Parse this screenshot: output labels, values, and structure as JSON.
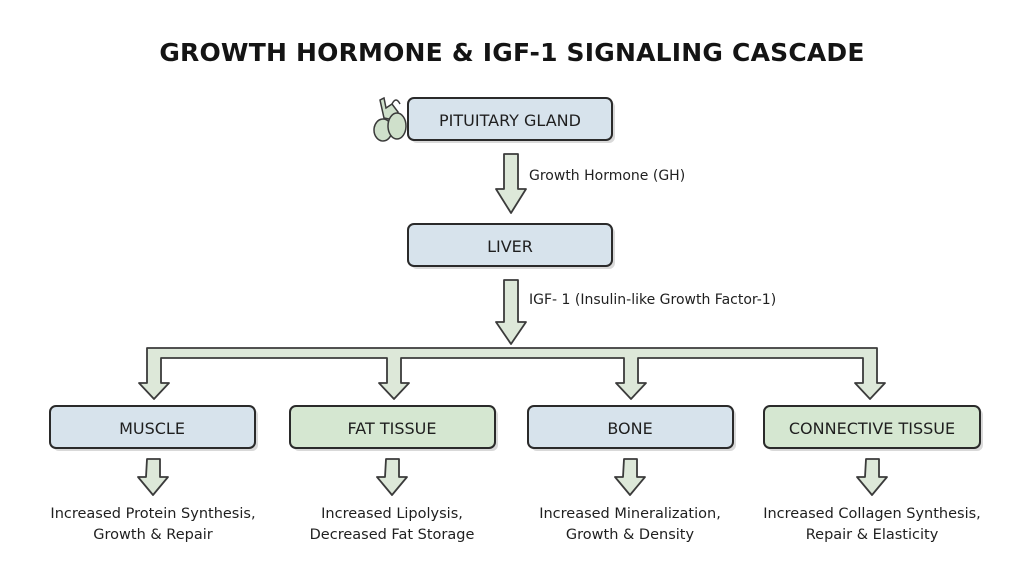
{
  "title": "GROWTH HORMONE & IGF-1 SIGNALING CASCADE",
  "nodes": {
    "pituitary": "PITUITARY GLAND",
    "liver": "LIVER",
    "muscle": "MUSCLE",
    "fat": "FAT TISSUE",
    "bone": "BONE",
    "connective": "CONNECTIVE TISSUE"
  },
  "edges": {
    "gh": "Growth Hormone (GH)",
    "igf1": "IGF- 1 (Insulin-like Growth Factor-1)"
  },
  "effects": {
    "muscle": [
      "Increased Protein Synthesis,",
      "Growth & Repair"
    ],
    "fat": [
      "Increased Lipolysis,",
      "Decreased Fat Storage"
    ],
    "bone": [
      "Increased Mineralization,",
      "Growth & Density"
    ],
    "connective": [
      "Increased Collagen Synthesis,",
      "Repair & Elasticity"
    ]
  },
  "icons": {
    "pituitary": "pituitary-gland-icon"
  },
  "colors": {
    "blue_box": "#d7e3ec",
    "green_box": "#d5e7d1",
    "arrow_fill": "#dde8d9"
  }
}
